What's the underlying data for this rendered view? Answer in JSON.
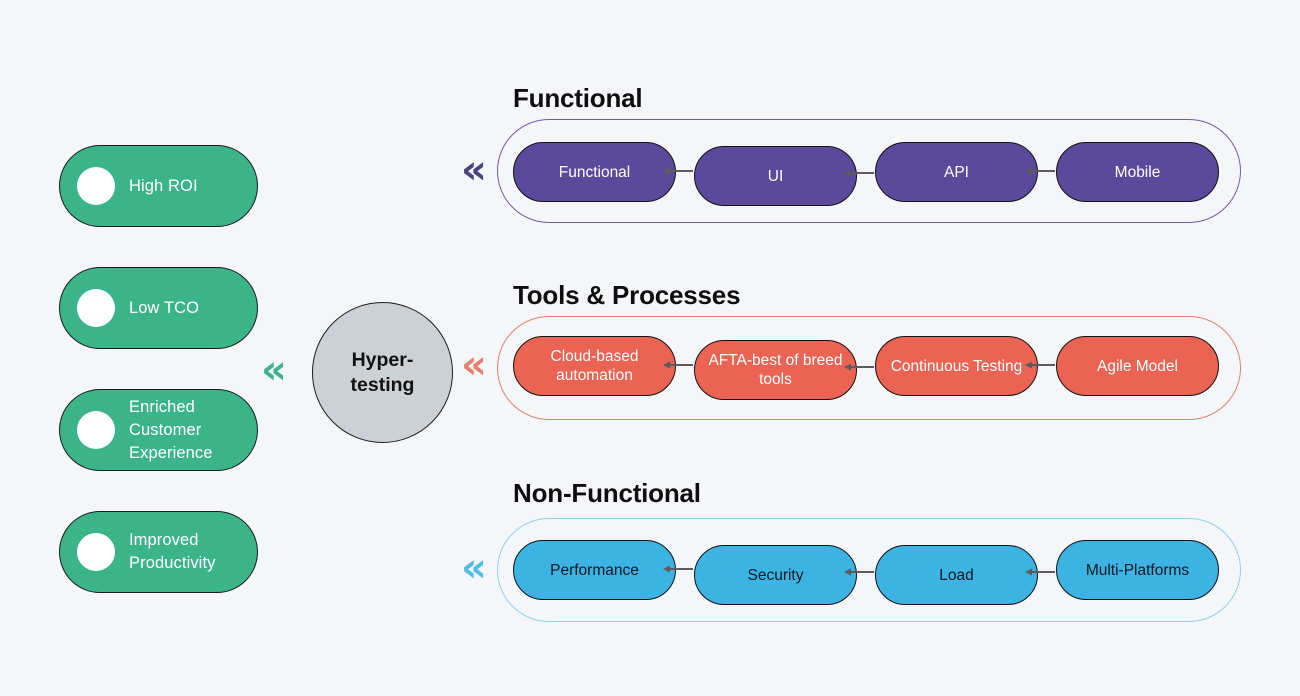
{
  "theme": {
    "background": "#f4f6f9",
    "green": "#3cb489",
    "hub_fill": "#ccd1d6",
    "purple": "#5b4a9b",
    "purple_outline": "#6b5fa8",
    "red": "#eb6352",
    "red_outline": "#e2826f",
    "blue": "#3cb3e3",
    "blue_outline": "#7ecdec",
    "connector": "#5c5c5c",
    "pill_border": "#121212"
  },
  "benefits": {
    "items": [
      {
        "label": "High ROI"
      },
      {
        "label": "Low TCO"
      },
      {
        "label": "Enriched Customer Experience"
      },
      {
        "label": "Improved Productivity"
      }
    ]
  },
  "hub": {
    "label": "Hyper-testing",
    "line1": "Hyper-",
    "line2": "testing"
  },
  "chevrons": {
    "glyph": "«",
    "hub_to_benefits": "«",
    "functional": "«",
    "tools": "«",
    "nonfunctional": "«"
  },
  "sections": [
    {
      "id": "functional",
      "title": "Functional",
      "color": "purple",
      "items": [
        {
          "label": "Functional"
        },
        {
          "label": "UI"
        },
        {
          "label": "API"
        },
        {
          "label": "Mobile"
        }
      ]
    },
    {
      "id": "tools-processes",
      "title": "Tools & Processes",
      "color": "red",
      "items": [
        {
          "label": "Cloud-based automation"
        },
        {
          "label": "AFTA-best of breed tools"
        },
        {
          "label": "Continuous Testing"
        },
        {
          "label": "Agile Model"
        }
      ]
    },
    {
      "id": "non-functional",
      "title": "Non-Functional",
      "color": "blue",
      "items": [
        {
          "label": "Performance"
        },
        {
          "label": "Security"
        },
        {
          "label": "Load"
        },
        {
          "label": "Multi-Platforms"
        }
      ]
    }
  ]
}
